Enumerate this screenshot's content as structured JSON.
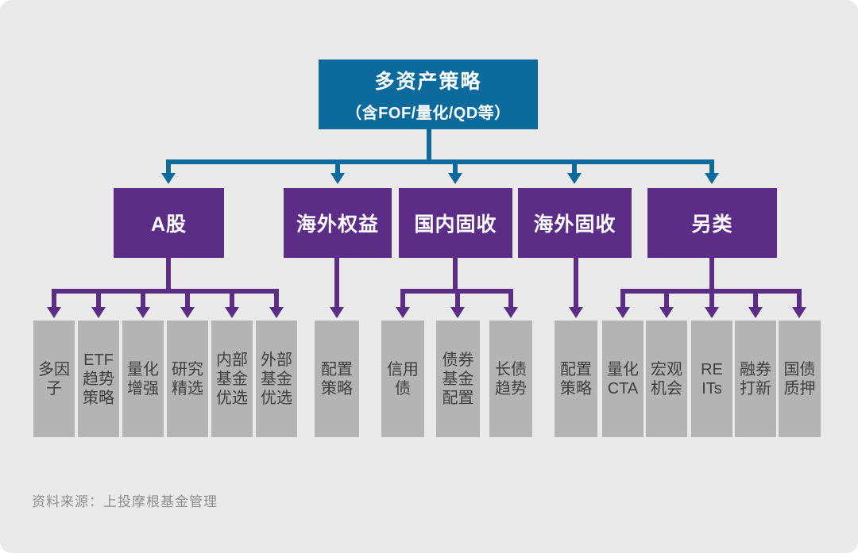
{
  "root": {
    "title": "多资产策略",
    "subtitle": "（含FOF/量化/QD等）"
  },
  "groups": [
    {
      "label": "A股",
      "children": [
        {
          "label": "多因子",
          "display": "多因\n子"
        },
        {
          "label": "ETF趋势策略",
          "display": "ETF\n趋势\n策略"
        },
        {
          "label": "量化增强",
          "display": "量化\n增强"
        },
        {
          "label": "研究精选",
          "display": "研究\n精选"
        },
        {
          "label": "内部基金优选",
          "display": "内部\n基金\n优选"
        },
        {
          "label": "外部基金优选",
          "display": "外部\n基金\n优选"
        }
      ]
    },
    {
      "label": "海外权益",
      "children": [
        {
          "label": "配置策略",
          "display": "配置\n策略"
        }
      ]
    },
    {
      "label": "国内固收",
      "children": [
        {
          "label": "信用债",
          "display": "信用\n债"
        },
        {
          "label": "债券基金配置",
          "display": "债券\n基金\n配置"
        },
        {
          "label": "长债趋势",
          "display": "长债\n趋势"
        }
      ]
    },
    {
      "label": "海外固收",
      "children": [
        {
          "label": "配置策略",
          "display": "配置\n策略"
        }
      ]
    },
    {
      "label": "另类",
      "children": [
        {
          "label": "量化CTA",
          "display": "量化\nCTA"
        },
        {
          "label": "宏观机会",
          "display": "宏观\n机会"
        },
        {
          "label": "REITs",
          "display": "RE\nITs"
        },
        {
          "label": "融券打新",
          "display": "融券\n打新"
        },
        {
          "label": "国债质押",
          "display": "国债\n质押"
        }
      ]
    }
  ],
  "source": "资料来源：上投摩根基金管理",
  "colors": {
    "teal": "#0C6B9C",
    "purple": "#5B2D86",
    "gray_box": "#B4B4B6",
    "background": "#EAEAEA",
    "child_text": "#3F3F3F",
    "source_text": "#8E8E8E"
  }
}
